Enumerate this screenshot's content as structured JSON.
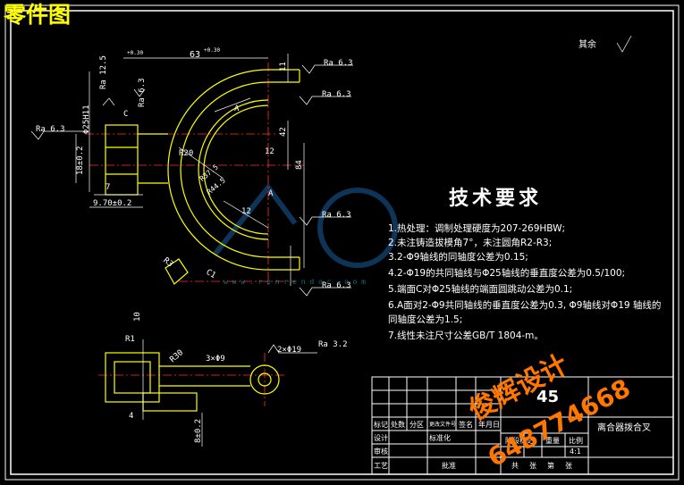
{
  "drawing": {
    "title": "零件图",
    "rest_label": "其余",
    "tech_title": "技术要求",
    "requirements": [
      "1.热处理：调制处理硬度为207-269HBW;",
      "2.未注铸造拔模角7°，未注圆角R2-R3;",
      "3.2-Φ9轴线的同轴度公差为0.15;",
      "4.2-Φ19的共同轴线与Φ25轴线的垂直度公差为0.5/100;",
      "5.端面C对Φ25轴线的端面圆跳动公差为0.1;",
      "6.A面对2-Φ9共同轴线的垂直度公差为0.3, Φ9轴线对Φ19 轴线的",
      "同轴度公差为1.5;",
      "7.线性未注尺寸公差GB/T 1804-m。"
    ],
    "dims": {
      "d63": "63",
      "d63_tol": "+0.30",
      "d63_tol2": "+0.30",
      "ra_top1": "Ra 6.3",
      "ra_top2": "Ra 6.3",
      "ra_mid": "Ra 6.3",
      "ra_low1": "Ra 6.3",
      "ra_low2": "Ra 6.3",
      "ra_left": "Ra 6.3",
      "ra_left2": "Ra 12.5",
      "ra_left3": "Ra 6.3",
      "ra_bottom": "Ra 3.2",
      "phi25": "Φ25H11",
      "d18": "18±0.2",
      "d7": "7",
      "d970": "9.70±0.2",
      "d11": "11",
      "d42": "42",
      "d84": "84",
      "d12": "12",
      "d12b": "12",
      "r20": "R20",
      "r37": "R37.5",
      "r44": "R44.5",
      "r3": "R3",
      "c1": "C1",
      "label_a1": "A",
      "label_a2": "A",
      "label_c": "C",
      "r1": "R1",
      "r30": "R30",
      "d3x9": "3×Φ9",
      "d2x19": "2×Φ19",
      "d4": "4",
      "d8": "8±0.2",
      "d10": "10"
    },
    "title_block": {
      "scale_num": "45",
      "part_name": "离合器拨合叉",
      "scale_val": "4:1",
      "row_labels": [
        "标记",
        "处数",
        "分区",
        "更改文件号",
        "签名",
        "年月日"
      ],
      "row2": [
        "设计",
        "标准化"
      ],
      "row3": [
        "审核"
      ],
      "row4": [
        "工艺",
        "批准"
      ],
      "stage": [
        "阶段标记",
        "重量",
        "比例"
      ],
      "sheet": [
        "共",
        "张",
        "第",
        "张"
      ]
    }
  },
  "watermark": {
    "brand": "俊辉设计",
    "phone": "648774668",
    "site": "w w w . r e n r e n d o c . c o m"
  }
}
